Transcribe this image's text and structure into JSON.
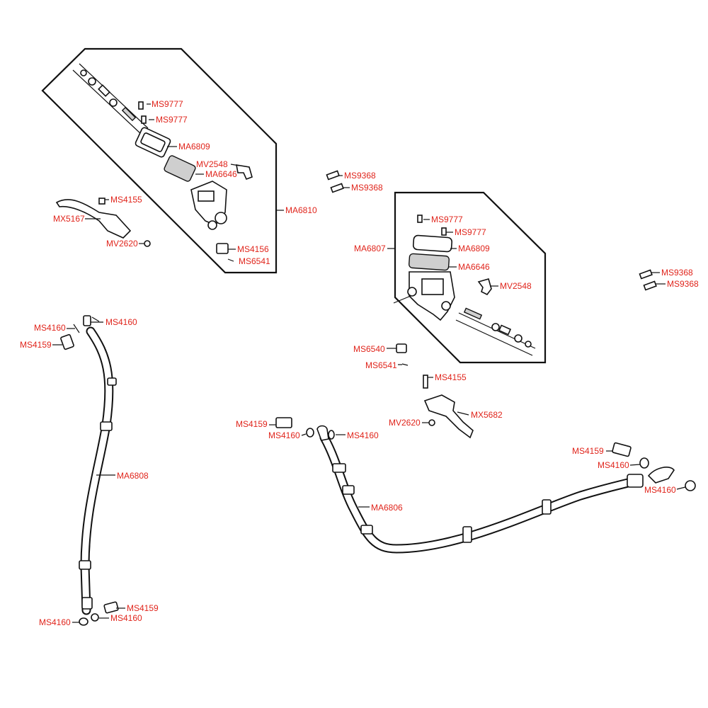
{
  "diagram": {
    "colors": {
      "label": "#e0241b",
      "line": "#111111",
      "background": "#ffffff"
    },
    "labels": {
      "l01": "MS9777",
      "l02": "MS9777",
      "l03": "MA6809",
      "l04": "MV2548",
      "l05": "MA6646",
      "l06": "MS4155",
      "l07": "MX5167",
      "l08": "MA6810",
      "l09": "MV2620",
      "l10": "MS4156",
      "l11": "MS6541",
      "l12": "MS9368",
      "l13": "MS9368",
      "l14": "MS9777",
      "l15": "MS9777",
      "l16": "MA6807",
      "l17": "MA6809",
      "l18": "MA6646",
      "l19": "MV2548",
      "l20": "MS9368",
      "l21": "MS9368",
      "l22": "MS4160",
      "l23": "MS4160",
      "l24": "MS4159",
      "l25": "MS6540",
      "l26": "MS6541",
      "l27": "MS4155",
      "l28": "MX5682",
      "l29": "MS4159",
      "l30": "MV2620",
      "l31": "MS4160",
      "l32": "MS4160",
      "l33": "MA6808",
      "l34": "MA6806",
      "l35": "MS4159",
      "l36": "MS4160",
      "l37": "MS4160",
      "l38": "MS4159",
      "l39": "MS4160",
      "l40": "MS4160"
    }
  }
}
